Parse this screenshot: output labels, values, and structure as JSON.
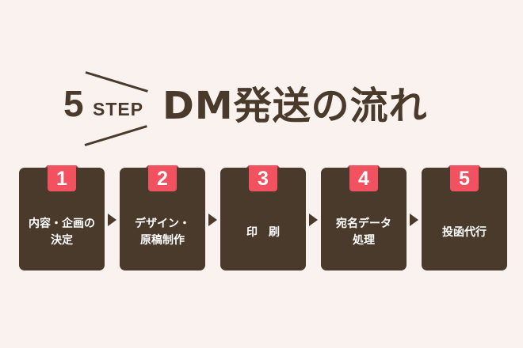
{
  "heading": {
    "step_number": "5",
    "step_word": "STEP",
    "title": "DM発送の流れ"
  },
  "colors": {
    "background": "#f9f2ee",
    "box": "#4a3a2c",
    "badge": "#f25160",
    "text_dark": "#4a3a2c",
    "text_light": "#ffffff"
  },
  "steps": [
    {
      "number": "1",
      "label": "内容・企画の\n決定"
    },
    {
      "number": "2",
      "label": "デザイン・\n原稿制作"
    },
    {
      "number": "3",
      "label": "印　刷"
    },
    {
      "number": "4",
      "label": "宛名データ\n処理"
    },
    {
      "number": "5",
      "label": "投函代行"
    }
  ],
  "connector_icon": "triangle-right-arrow"
}
